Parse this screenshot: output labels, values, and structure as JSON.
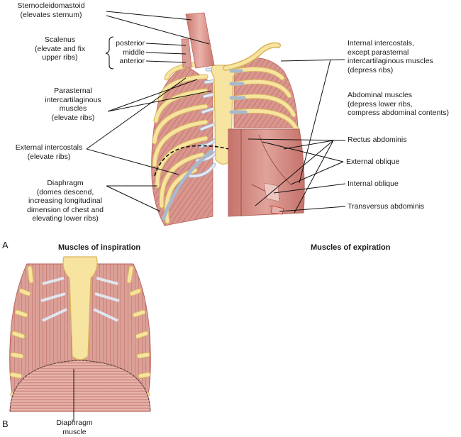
{
  "panel_a": {
    "letter": "A",
    "labels": {
      "sternocleidomastoid": [
        "Sternocleidomastoid",
        "(elevates sternum)"
      ],
      "scalenus": [
        "Scalenus",
        "(elevate and fix",
        "upper ribs)"
      ],
      "scalenus_parts": [
        "posterior",
        "middle",
        "anterior"
      ],
      "parasternal": [
        "Parasternal",
        "intercartilaginous",
        "muscles",
        "(elevate ribs)"
      ],
      "external_intercostals": [
        "External intercostals",
        "(elevate ribs)"
      ],
      "diaphragm": [
        "Diaphragm",
        "(domes descend,",
        "increasing longitudinal",
        "dimension of chest and",
        "elevating lower ribs)"
      ],
      "internal_intercostals": [
        "Internal intercostals,",
        "except parasternal",
        "intercartilaginous muscles",
        "(depress ribs)"
      ],
      "abdominal": [
        "Abdominal muscles",
        "(depress lower ribs,",
        "compress abdominal contents)"
      ],
      "rectus": "Rectus abdominis",
      "external_oblique": "External oblique",
      "internal_oblique": "Internal oblique",
      "transversus": "Transversus abdominis"
    }
  },
  "panel_b": {
    "letter": "B",
    "heading_inspiration": "Muscles of inspiration",
    "heading_expiration": "Muscles of expiration",
    "diaphragm_label": [
      "Diaphragm",
      "muscle"
    ]
  },
  "colors": {
    "bone": "#f6e4a0",
    "bone_edge": "#d9b55a",
    "cartilage": "#dfe7f1",
    "cartilage_edge": "#a9b8cc",
    "muscle": "#d99d95",
    "muscle_dark": "#b9645d",
    "muscle_light": "#f1d1cb",
    "leader": "#111111"
  }
}
